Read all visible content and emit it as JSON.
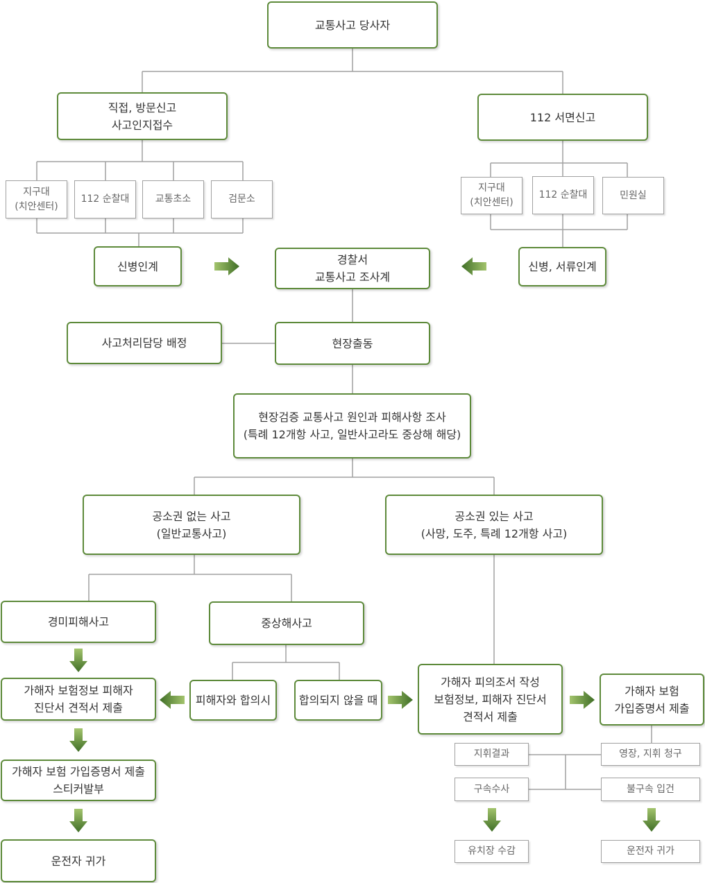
{
  "nodes": {
    "party": "교통사고 당사자",
    "direct": "직접, 방문신고\n사고인지접수",
    "call112": "112  서면신고",
    "l_district": "지구대\n(치안센터)",
    "l_patrol": "112 순찰대",
    "l_traffic": "교통초소",
    "l_checkpoint": "검문소",
    "r_district": "지구대\n(치안센터)",
    "r_patrol": "112 순찰대",
    "r_civil": "민원실",
    "handover_person": "신병인계",
    "station": "경찰서\n교통사고 조사계",
    "handover_docs": "신병, 서류인계",
    "assign": "사고처리담당 배정",
    "dispatch": "현장출동",
    "investigate": "현장검증 교통사고 원인과 피해사항 조사\n(특례 12개항 사고, 일반사고라도 중상해 해당)",
    "no_prosecution": "공소권 없는 사고\n(일반교통사고)",
    "prosecution": "공소권 있는 사고\n(사망, 도주, 특례 12개항 사고)",
    "minor": "경미피해사고",
    "serious": "중상해사고",
    "submit_insurance": "가해자 보험정보 피해자\n진단서 견적서 제출",
    "agreement": "피해자와 합의시",
    "no_agreement": "합의되지 않을 때",
    "suspect_report": "가해자 피의조서 작성\n보험정보, 피해자 진단서\n견적서 제출",
    "cert_submit": "가해자 보험\n가입증명서 제출",
    "sticker": "가해자 보험 가입증명서 제출\n스티커발부",
    "go_home_left": "운전자 귀가",
    "command_result": "지휘결과",
    "warrant": "영장, 지휘 청구",
    "arrest": "구속수사",
    "non_arrest": "불구속 입건",
    "detention": "유치장 수감",
    "go_home_right": "운전자 귀가"
  },
  "colors": {
    "box_border": "#5d8a3a",
    "line": "#a0a0a0",
    "arrow_light": "#a3c46d",
    "arrow_dark": "#3f6e26"
  }
}
